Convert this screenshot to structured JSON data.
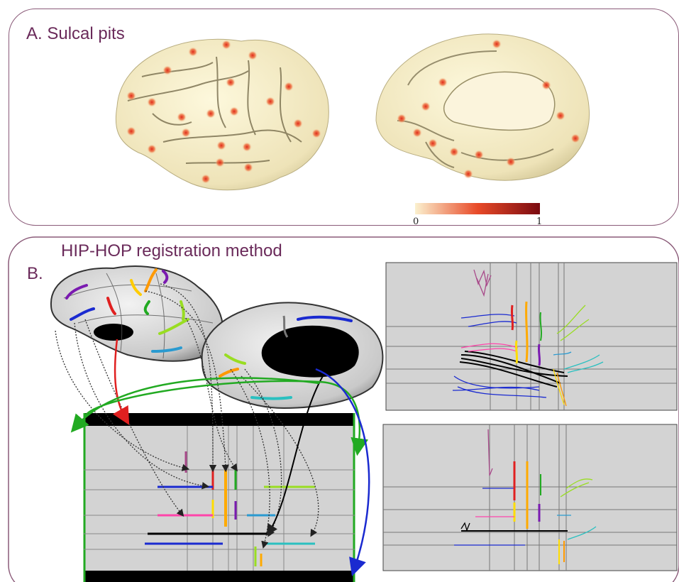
{
  "panel_a": {
    "title": "A. Sulcal pits",
    "colorbar": {
      "min_label": "0",
      "max_label": "1",
      "colors": [
        "#fbf1cf",
        "#e84a28",
        "#7a0a10"
      ]
    }
  },
  "panel_b": {
    "letter": "B.",
    "title": "HIP-HOP registration method"
  },
  "colors": {
    "panel_border": "#8a5a78",
    "title_text": "#6a2a5a",
    "brain_surface": "#f4ecc4",
    "pit": "#e02818",
    "plot_bg": "#d3d3d3",
    "green_arrow": "#22aa22",
    "red_arrow": "#e02020",
    "blue_arrow": "#1a2ad0"
  }
}
